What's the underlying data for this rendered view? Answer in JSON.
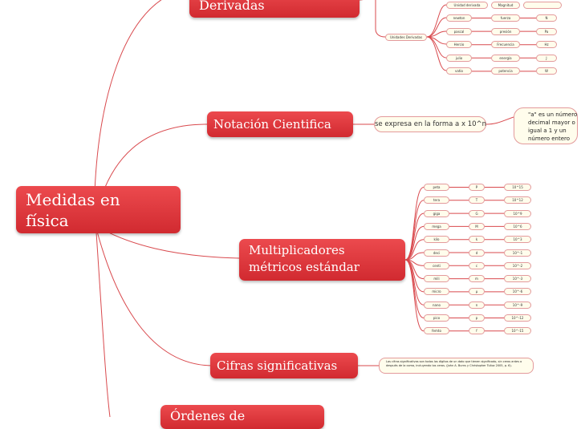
{
  "central": {
    "label": "Medidas en física"
  },
  "branches": {
    "derivadas": {
      "label": "Derivadas"
    },
    "notacion": {
      "label": "Notación Cientifica",
      "description": "se expresa en la forma a x 10^n",
      "note": "\"a\" es un número decimal mayor o igual a 1 y un número entero"
    },
    "multiplicadores": {
      "label": "Multiplicadores métricos estándar"
    },
    "cifras": {
      "label": "Cifras significativas",
      "note": "Las cifras significativas son todos los dígitos de un dato que tienen significado, sin ceros antes o después de la coma, incluyendo los ceros. (John A. Burns y Christopher Tulloz 2005, p. 6)."
    },
    "ordenes": {
      "label": "Órdenes de"
    }
  },
  "derived_units": {
    "group_label": "Unidades Derivadas",
    "header": {
      "unit": "Unidad derivada",
      "magnitude": "Magnitud"
    },
    "rows": [
      {
        "unit": "newton",
        "magnitude": "fuerza",
        "symbol": "N"
      },
      {
        "unit": "pascal",
        "magnitude": "presión",
        "symbol": "Pa"
      },
      {
        "unit": "Hercio",
        "magnitude": "Frecuencia",
        "symbol": "Hz"
      },
      {
        "unit": "julio",
        "magnitude": "energía",
        "symbol": "J"
      },
      {
        "unit": "vatio",
        "magnitude": "potencia",
        "symbol": "W"
      }
    ]
  },
  "prefixes": [
    {
      "name": "peta",
      "symbol": "P",
      "factor": "10^15"
    },
    {
      "name": "tera",
      "symbol": "T",
      "factor": "10^12"
    },
    {
      "name": "giga",
      "symbol": "G",
      "factor": "10^9"
    },
    {
      "name": "mega",
      "symbol": "M",
      "factor": "10^6"
    },
    {
      "name": "kilo",
      "symbol": "k",
      "factor": "10^3"
    },
    {
      "name": "deci",
      "symbol": "d",
      "factor": "10^-1"
    },
    {
      "name": "centi",
      "symbol": "c",
      "factor": "10^-2"
    },
    {
      "name": "mili",
      "symbol": "m",
      "factor": "10^-3"
    },
    {
      "name": "micro",
      "symbol": "µ",
      "factor": "10^-6"
    },
    {
      "name": "nano",
      "symbol": "n",
      "factor": "10^-9"
    },
    {
      "name": "pico",
      "symbol": "p",
      "factor": "10^-12"
    },
    {
      "name": "femto",
      "symbol": "f",
      "factor": "10^-15"
    }
  ],
  "colors": {
    "node": "#d9353a",
    "line": "#d94a4e",
    "pill_bg": "#fffdec",
    "pill_border": "#e39a9c"
  }
}
